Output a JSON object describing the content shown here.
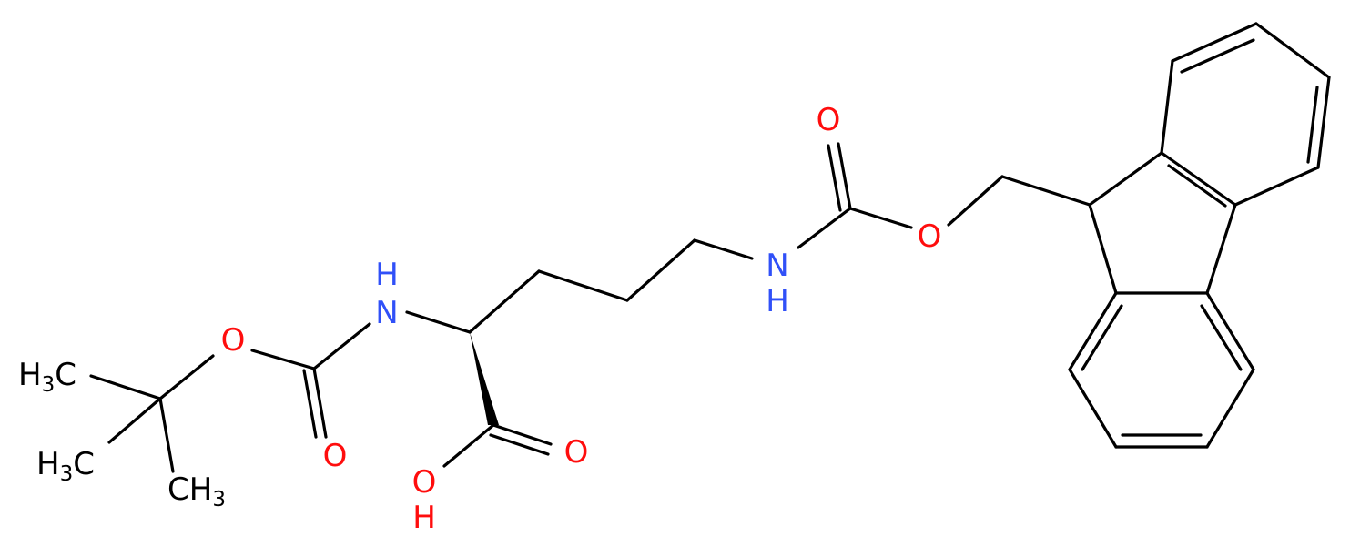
{
  "molecule": {
    "atoms": {
      "ch3_top": {
        "base": "H",
        "sub": "3",
        "tail": "C"
      },
      "ch3_mid": {
        "base": "H",
        "sub": "3",
        "tail": "C"
      },
      "ch3_bot": {
        "base": "CH",
        "sub": "3"
      },
      "o_boc_ether": "O",
      "o_boc_carbonyl": "O",
      "nh_alpha": {
        "n": "N",
        "h": "H"
      },
      "o_acid_carbonyl": "O",
      "oh_acid": {
        "o": "O",
        "h": "H"
      },
      "nh_delta": {
        "n": "N",
        "h": "H"
      },
      "o_fmoc_carbonyl": "O",
      "o_fmoc_ether": "O"
    },
    "colors": {
      "bond": "#000000",
      "carbon_label": "#000000",
      "oxygen": "#ff0d0d",
      "nitrogen": "#3050f8"
    }
  }
}
